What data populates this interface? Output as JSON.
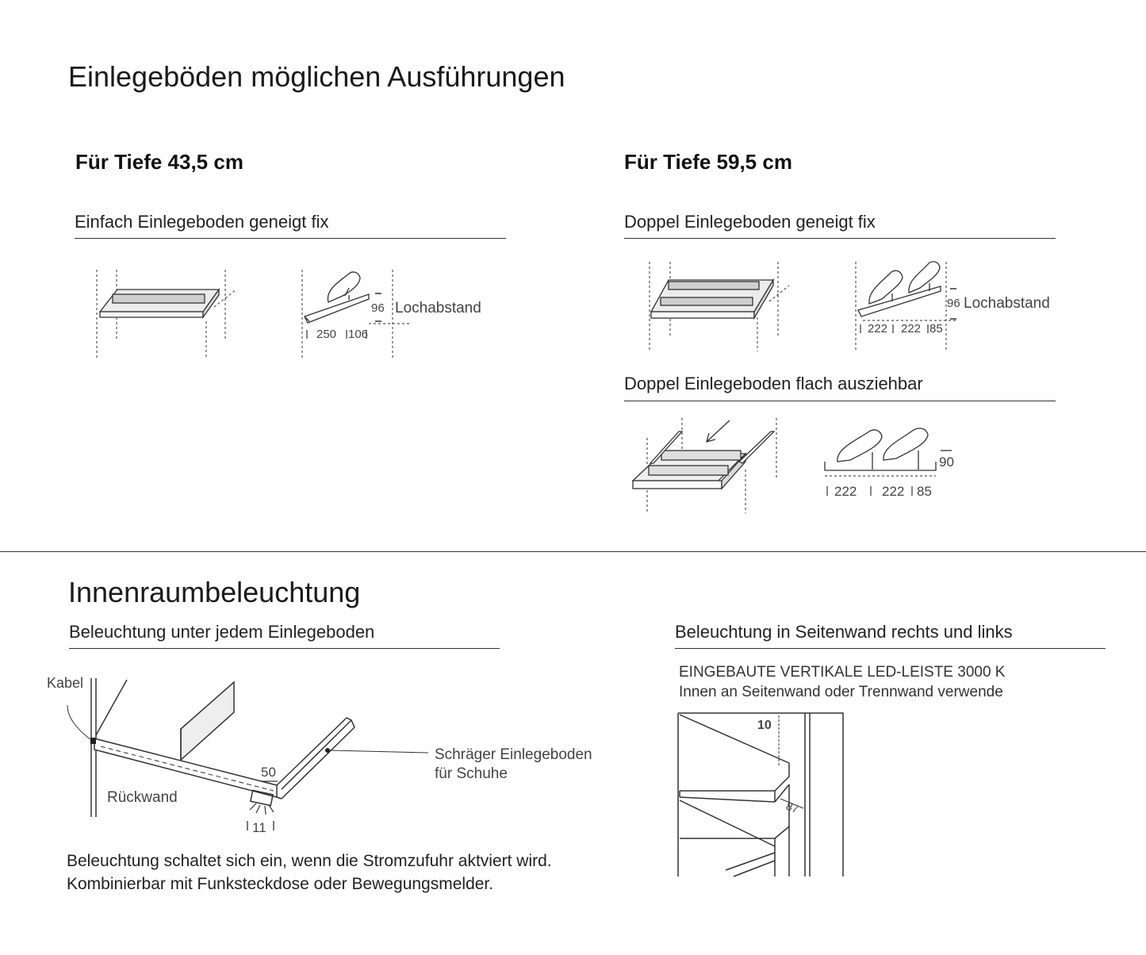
{
  "section_shelves": {
    "title": "Einlegeböden möglichen Ausführungen",
    "left": {
      "heading": "Für Tiefe 43,5 cm",
      "variant": {
        "title": "Einfach Einlegeboden geneigt fix",
        "hole_spacing": "96",
        "hole_spacing_label": "Lochabstand",
        "dim_a": "250",
        "dim_b": "106"
      }
    },
    "right": {
      "heading": "Für Tiefe 59,5 cm",
      "variant1": {
        "title": "Doppel Einlegeboden geneigt fix",
        "hole_spacing": "96",
        "hole_spacing_label": "Lochabstand",
        "dim_a": "222",
        "dim_b": "222",
        "dim_c": "85"
      },
      "variant2": {
        "title": "Doppel Einlegeboden flach ausziehbar",
        "height": "90",
        "dim_a": "222",
        "dim_b": "222",
        "dim_c": "85"
      }
    }
  },
  "section_lighting": {
    "title": "Innenraumbeleuchtung",
    "left": {
      "title": "Beleuchtung unter jedem Einlegeboden",
      "label_cable": "Kabel",
      "label_backwall": "Rückwand",
      "label_shelf_line1": "Schräger Einlegeboden",
      "label_shelf_line2": "für Schuhe",
      "dim_50": "50",
      "dim_11": "11",
      "text_line1": "Beleuchtung schaltet sich ein, wenn die Stromzufuhr aktviert wird.",
      "text_line2": "Kombinierbar mit Funksteckdose oder Bewegungsmelder."
    },
    "right": {
      "title": "Beleuchtung in Seitenwand rechts und links",
      "note_line1": "EINGEBAUTE VERTIKALE LED-LEISTE 3000 K",
      "note_line2": "Innen an Seitenwand oder Trennwand verwende",
      "dim_10": "10",
      "dim_87": "87"
    }
  },
  "colors": {
    "line": "#333333",
    "text": "#222222",
    "shelf_fill": "#e6e6e6"
  }
}
